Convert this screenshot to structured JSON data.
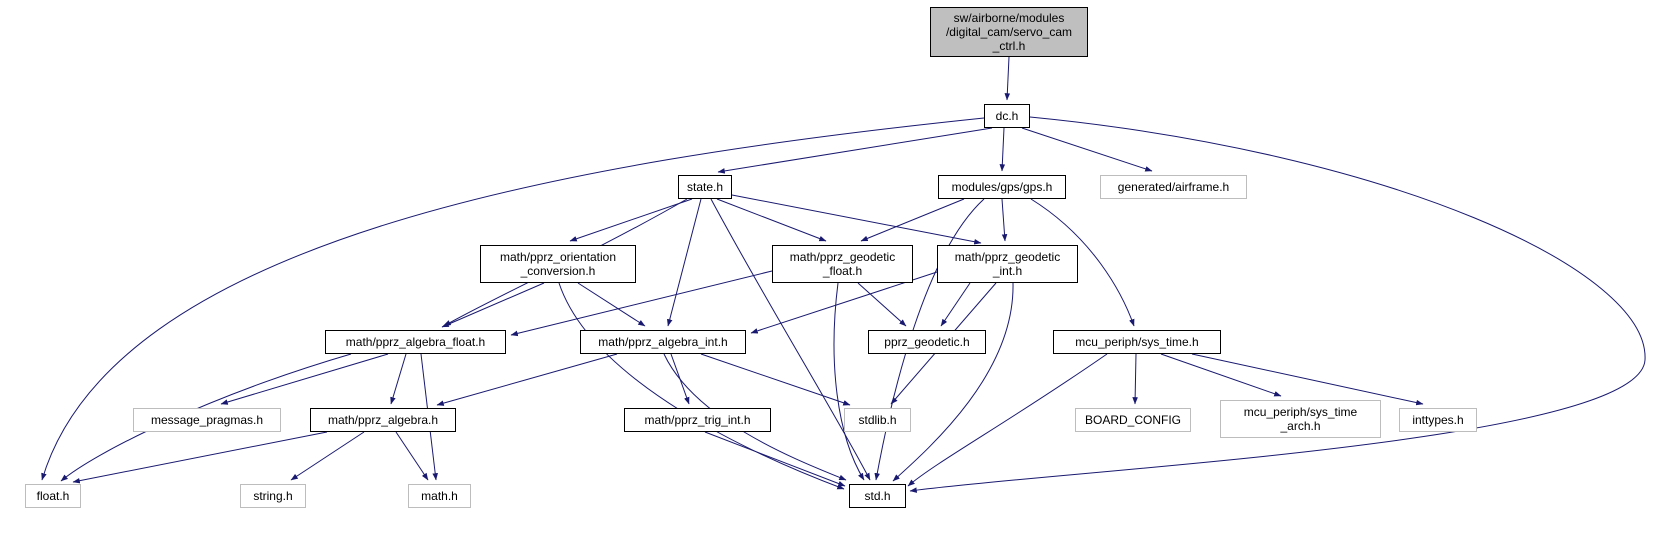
{
  "graph": {
    "type": "doxygen-include-dependency-graph",
    "colors": {
      "edge": "#191970",
      "root_fill": "#bfbfbf",
      "internal_border": "#000000",
      "external_border": "#bdbdbd",
      "node_fill": "#ffffff"
    },
    "nodes": [
      {
        "id": "servo_cam_ctrl",
        "label": "sw/airborne/modules\n/digital_cam/servo_cam\n_ctrl.h",
        "type": "root"
      },
      {
        "id": "dc",
        "label": "dc.h",
        "type": "internal"
      },
      {
        "id": "state",
        "label": "state.h",
        "type": "internal"
      },
      {
        "id": "gps",
        "label": "modules/gps/gps.h",
        "type": "internal"
      },
      {
        "id": "airframe",
        "label": "generated/airframe.h",
        "type": "external"
      },
      {
        "id": "orientation_conversion",
        "label": "math/pprz_orientation\n_conversion.h",
        "type": "internal"
      },
      {
        "id": "geodetic_float",
        "label": "math/pprz_geodetic\n_float.h",
        "type": "internal"
      },
      {
        "id": "geodetic_int",
        "label": "math/pprz_geodetic\n_int.h",
        "type": "internal"
      },
      {
        "id": "algebra_float",
        "label": "math/pprz_algebra_float.h",
        "type": "internal"
      },
      {
        "id": "algebra_int",
        "label": "math/pprz_algebra_int.h",
        "type": "internal"
      },
      {
        "id": "pprz_geodetic",
        "label": "pprz_geodetic.h",
        "type": "internal"
      },
      {
        "id": "sys_time",
        "label": "mcu_periph/sys_time.h",
        "type": "internal"
      },
      {
        "id": "message_pragmas",
        "label": "message_pragmas.h",
        "type": "external"
      },
      {
        "id": "pprz_algebra",
        "label": "math/pprz_algebra.h",
        "type": "internal"
      },
      {
        "id": "trig_int",
        "label": "math/pprz_trig_int.h",
        "type": "internal"
      },
      {
        "id": "stdlib",
        "label": "stdlib.h",
        "type": "external"
      },
      {
        "id": "board_config",
        "label": "BOARD_CONFIG",
        "type": "external"
      },
      {
        "id": "sys_time_arch",
        "label": "mcu_periph/sys_time\n_arch.h",
        "type": "external"
      },
      {
        "id": "inttypes",
        "label": "inttypes.h",
        "type": "external"
      },
      {
        "id": "float",
        "label": "float.h",
        "type": "external"
      },
      {
        "id": "string",
        "label": "string.h",
        "type": "external"
      },
      {
        "id": "math",
        "label": "math.h",
        "type": "external"
      },
      {
        "id": "std",
        "label": "std.h",
        "type": "internal"
      }
    ],
    "edges": [
      {
        "from": "servo_cam_ctrl",
        "to": "dc"
      },
      {
        "from": "dc",
        "to": "state"
      },
      {
        "from": "dc",
        "to": "gps"
      },
      {
        "from": "dc",
        "to": "airframe"
      },
      {
        "from": "dc",
        "to": "float"
      },
      {
        "from": "dc",
        "to": "std"
      },
      {
        "from": "state",
        "to": "orientation_conversion"
      },
      {
        "from": "state",
        "to": "geodetic_float"
      },
      {
        "from": "state",
        "to": "geodetic_int"
      },
      {
        "from": "state",
        "to": "algebra_float"
      },
      {
        "from": "state",
        "to": "algebra_int"
      },
      {
        "from": "state",
        "to": "std"
      },
      {
        "from": "gps",
        "to": "geodetic_float"
      },
      {
        "from": "gps",
        "to": "geodetic_int"
      },
      {
        "from": "gps",
        "to": "sys_time"
      },
      {
        "from": "gps",
        "to": "std"
      },
      {
        "from": "orientation_conversion",
        "to": "algebra_float"
      },
      {
        "from": "orientation_conversion",
        "to": "algebra_int"
      },
      {
        "from": "orientation_conversion",
        "to": "std"
      },
      {
        "from": "geodetic_float",
        "to": "pprz_geodetic"
      },
      {
        "from": "geodetic_float",
        "to": "algebra_float"
      },
      {
        "from": "geodetic_float",
        "to": "std"
      },
      {
        "from": "geodetic_int",
        "to": "pprz_geodetic"
      },
      {
        "from": "geodetic_int",
        "to": "algebra_int"
      },
      {
        "from": "geodetic_int",
        "to": "stdlib"
      },
      {
        "from": "geodetic_int",
        "to": "std"
      },
      {
        "from": "algebra_float",
        "to": "message_pragmas"
      },
      {
        "from": "algebra_float",
        "to": "pprz_algebra"
      },
      {
        "from": "algebra_float",
        "to": "math"
      },
      {
        "from": "algebra_float",
        "to": "float"
      },
      {
        "from": "algebra_int",
        "to": "pprz_algebra"
      },
      {
        "from": "algebra_int",
        "to": "trig_int"
      },
      {
        "from": "algebra_int",
        "to": "stdlib"
      },
      {
        "from": "algebra_int",
        "to": "std"
      },
      {
        "from": "pprz_algebra",
        "to": "float"
      },
      {
        "from": "pprz_algebra",
        "to": "string"
      },
      {
        "from": "pprz_algebra",
        "to": "math"
      },
      {
        "from": "trig_int",
        "to": "std"
      },
      {
        "from": "sys_time",
        "to": "board_config"
      },
      {
        "from": "sys_time",
        "to": "sys_time_arch"
      },
      {
        "from": "sys_time",
        "to": "inttypes"
      },
      {
        "from": "sys_time",
        "to": "std"
      }
    ]
  }
}
